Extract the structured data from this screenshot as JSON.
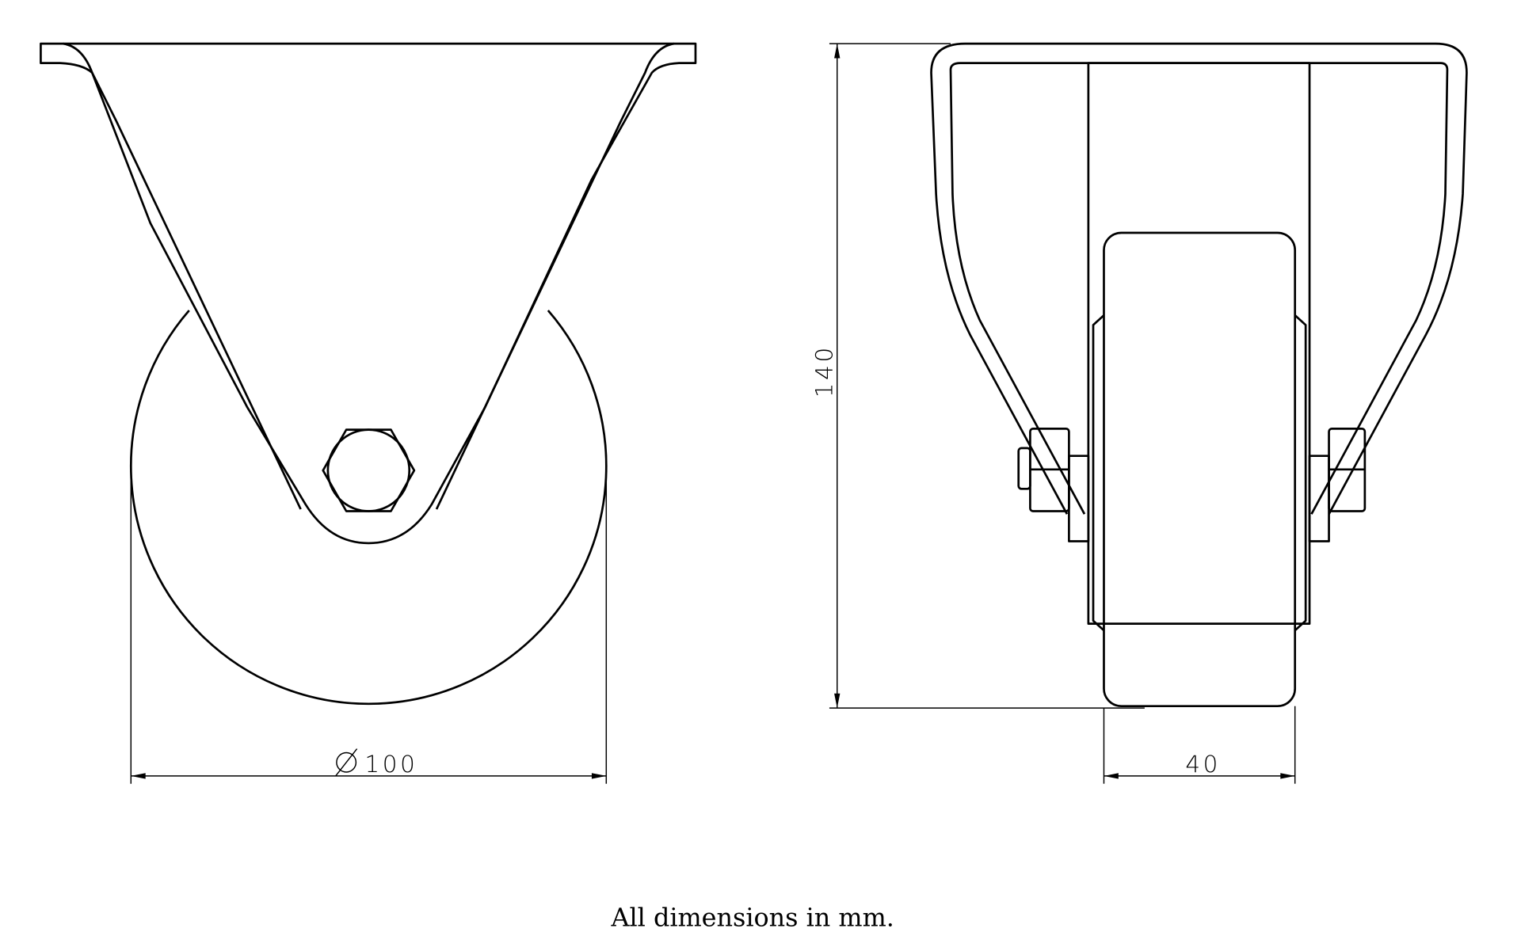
{
  "drawing": {
    "dimensions": {
      "wheel_diameter": "100",
      "height": "140",
      "wheel_width": "40"
    },
    "note": "All dimensions in mm.",
    "line_color": "#000000",
    "background": "#ffffff"
  }
}
